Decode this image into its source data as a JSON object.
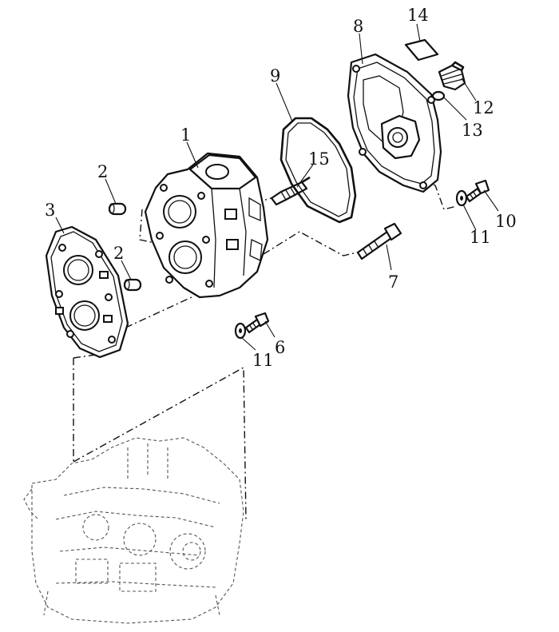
{
  "diagram": {
    "callouts": [
      "1",
      "2",
      "2",
      "3",
      "6",
      "7",
      "8",
      "9",
      "10",
      "11",
      "11",
      "12",
      "13",
      "14",
      "15"
    ]
  }
}
